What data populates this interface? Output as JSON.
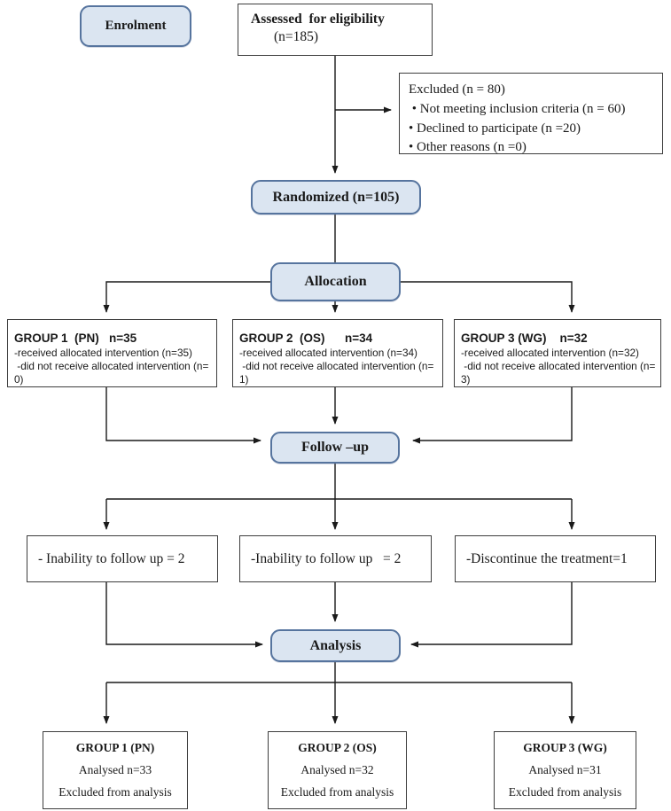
{
  "diagram_title": "CONSORT participant flow diagram",
  "palette": {
    "node_fill": "#dbe5f1",
    "node_border": "#56749e",
    "box_border": "#3d3d3d",
    "line_color": "#1a1a1a"
  },
  "stages": {
    "enrolment_label": "Enrolment",
    "assessed": {
      "title": "Assessed  for eligibility",
      "n": "(n=185)"
    },
    "excluded": {
      "title": "Excluded (n = 80)",
      "items": [
        " • Not meeting inclusion criteria (n = 60)",
        "• Declined to participate (n =20)",
        "• Other reasons (n =0)"
      ]
    },
    "randomized_label": "Randomized (n=105)",
    "allocation_label": "Allocation",
    "groups": [
      {
        "title": "GROUP 1  (PN)   n=35",
        "line1": "-received allocated intervention (n=35)",
        "line2": " -did not receive allocated intervention (n= 0)"
      },
      {
        "title": "GROUP 2  (OS)      n=34",
        "line1": "-received allocated intervention (n=34)",
        "line2": " -did not receive allocated intervention (n= 1)"
      },
      {
        "title": "GROUP 3 (WG)    n=32",
        "line1": "-received allocated intervention (n=32)",
        "line2": " -did not receive allocated intervention (n= 3)"
      }
    ],
    "followup_label": "Follow –up",
    "losses": [
      "- Inability to follow up = 2",
      "-Inability to follow up   = 2",
      "-Discontinue the treatment=1"
    ],
    "analysis_label": "Analysis",
    "analysed": [
      {
        "title": "GROUP 1 (PN)",
        "analysed": "Analysed n=33",
        "excluded": "Excluded from analysis"
      },
      {
        "title": "GROUP 2 (OS)",
        "analysed": "Analysed n=32",
        "excluded": "Excluded from analysis"
      },
      {
        "title": "GROUP 3 (WG)",
        "analysed": "Analysed n=31",
        "excluded": "Excluded from analysis"
      }
    ]
  }
}
